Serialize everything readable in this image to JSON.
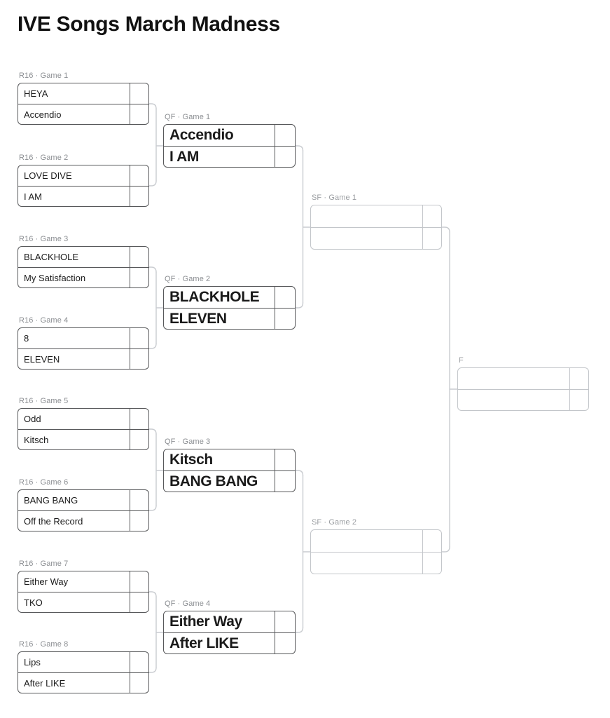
{
  "title": "IVE Songs March Madness",
  "layout": {
    "round_labels": {
      "r16": "R16",
      "qf": "QF",
      "sf": "SF",
      "final": "F"
    },
    "separator": "·"
  },
  "colors": {
    "background": "#ffffff",
    "box_border_filled": "#57585a",
    "box_border_empty": "#c3c6ca",
    "connector": "#c9ccd0",
    "label_text": "#8b8e92",
    "slot_text": "#1a1a1a",
    "title_text": "#111111"
  },
  "rounds": [
    {
      "id": "r16",
      "name": "R16",
      "matches": [
        {
          "label": "R16 · Game 1",
          "slots": [
            {
              "name": "HEYA",
              "score": ""
            },
            {
              "name": "Accendio",
              "score": ""
            }
          ]
        },
        {
          "label": "R16 · Game 2",
          "slots": [
            {
              "name": "LOVE DIVE",
              "score": ""
            },
            {
              "name": "I AM",
              "score": ""
            }
          ]
        },
        {
          "label": "R16 · Game 3",
          "slots": [
            {
              "name": "BLACKHOLE",
              "score": ""
            },
            {
              "name": "My Satisfaction",
              "score": ""
            }
          ]
        },
        {
          "label": "R16 · Game 4",
          "slots": [
            {
              "name": "8",
              "score": ""
            },
            {
              "name": "ELEVEN",
              "score": ""
            }
          ]
        },
        {
          "label": "R16 · Game 5",
          "slots": [
            {
              "name": "Odd",
              "score": ""
            },
            {
              "name": "Kitsch",
              "score": ""
            }
          ]
        },
        {
          "label": "R16 · Game 6",
          "slots": [
            {
              "name": "BANG BANG",
              "score": ""
            },
            {
              "name": "Off the Record",
              "score": ""
            }
          ]
        },
        {
          "label": "R16 · Game 7",
          "slots": [
            {
              "name": "Either Way",
              "score": ""
            },
            {
              "name": "TKO",
              "score": ""
            }
          ]
        },
        {
          "label": "R16 · Game 8",
          "slots": [
            {
              "name": "Lips",
              "score": ""
            },
            {
              "name": "After LIKE",
              "score": ""
            }
          ]
        }
      ]
    },
    {
      "id": "qf",
      "name": "QF",
      "matches": [
        {
          "label": "QF · Game 1",
          "slots": [
            {
              "name": "Accendio",
              "score": ""
            },
            {
              "name": "I AM",
              "score": ""
            }
          ]
        },
        {
          "label": "QF · Game 2",
          "slots": [
            {
              "name": "BLACKHOLE",
              "score": ""
            },
            {
              "name": "ELEVEN",
              "score": ""
            }
          ]
        },
        {
          "label": "QF · Game 3",
          "slots": [
            {
              "name": "Kitsch",
              "score": ""
            },
            {
              "name": "BANG BANG",
              "score": ""
            }
          ]
        },
        {
          "label": "QF · Game 4",
          "slots": [
            {
              "name": "Either Way",
              "score": ""
            },
            {
              "name": "After LIKE",
              "score": ""
            }
          ]
        }
      ]
    },
    {
      "id": "sf",
      "name": "SF",
      "matches": [
        {
          "label": "SF · Game 1",
          "empty": true,
          "slots": [
            {
              "name": "",
              "score": ""
            },
            {
              "name": "",
              "score": ""
            }
          ]
        },
        {
          "label": "SF · Game 2",
          "empty": true,
          "slots": [
            {
              "name": "",
              "score": ""
            },
            {
              "name": "",
              "score": ""
            }
          ]
        }
      ]
    },
    {
      "id": "f",
      "name": "F",
      "matches": [
        {
          "label": "F",
          "empty": true,
          "slots": [
            {
              "name": "",
              "score": ""
            },
            {
              "name": "",
              "score": ""
            }
          ]
        }
      ]
    }
  ]
}
